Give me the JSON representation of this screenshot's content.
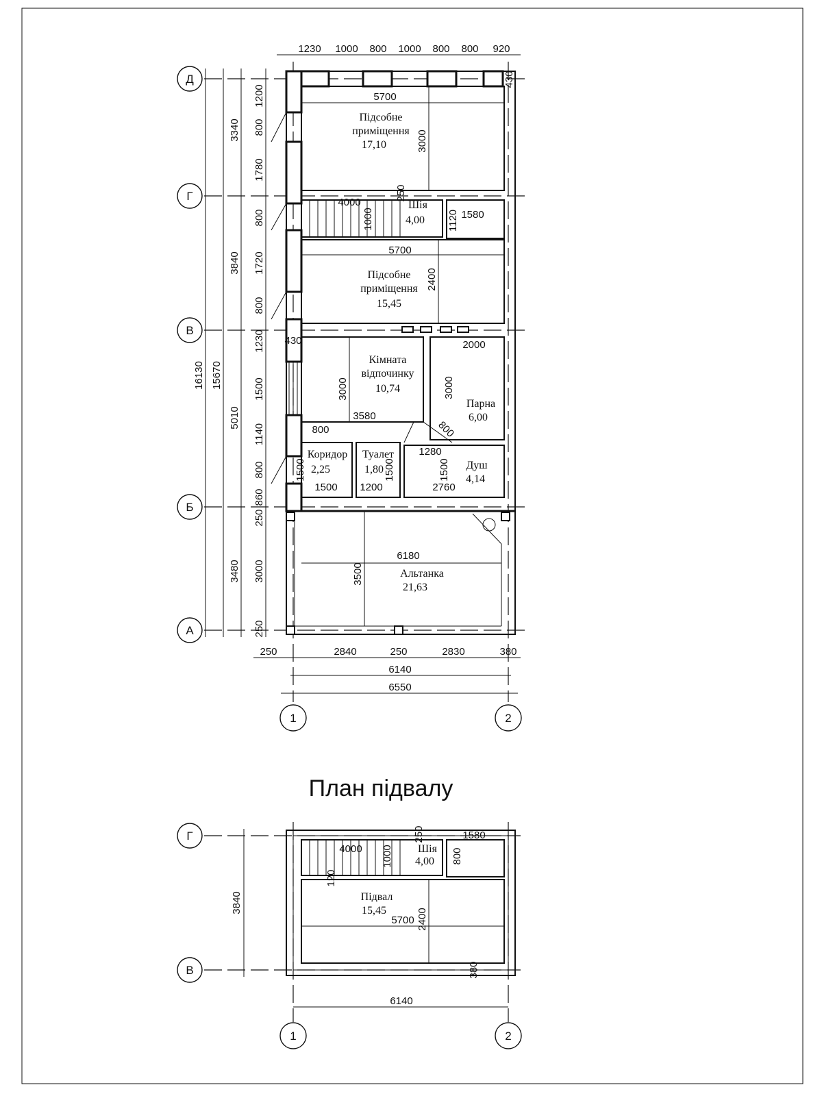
{
  "top_plan": {
    "axes_rows": [
      "Д",
      "Г",
      "В",
      "Б",
      "А"
    ],
    "axes_cols": [
      "1",
      "2"
    ],
    "rooms": [
      {
        "name": "Підсобне\nприміщення",
        "area": "17,10"
      },
      {
        "name": "Шія",
        "area": "4,00"
      },
      {
        "name": "Підсобне\nприміщення",
        "area": "15,45"
      },
      {
        "name": "Кімната\nвідпочинку",
        "area": "10,74"
      },
      {
        "name": "Парна",
        "area": "6,00"
      },
      {
        "name": "Коридор",
        "area": "2,25"
      },
      {
        "name": "Туалет",
        "area": "1,80"
      },
      {
        "name": "Душ",
        "area": "4,14"
      },
      {
        "name": "Альтанка",
        "area": "21,63"
      }
    ],
    "dims_top": [
      "1230",
      "1000",
      "800",
      "1000",
      "800",
      "800",
      "920"
    ],
    "dims_left_inner": [
      "1200",
      "800",
      "1780",
      "800",
      "1720",
      "800",
      "1230",
      "1500",
      "1140",
      "800",
      "860",
      "250",
      "3000",
      "250"
    ],
    "dims_left_mid": [
      "3340",
      "3840",
      "5010",
      "3480"
    ],
    "dims_left_outer": [
      "16130",
      "15670"
    ],
    "dims_bottom": [
      "250",
      "2840",
      "250",
      "2830",
      "380"
    ],
    "dims_overall": [
      "6140",
      "6550"
    ],
    "dims_interior": [
      "5700",
      "3000",
      "430",
      "4000",
      "1000",
      "250",
      "1120",
      "1580",
      "5700",
      "2400",
      "430",
      "2000",
      "3000",
      "3000",
      "3580",
      "800",
      "800",
      "1280",
      "1500",
      "1500",
      "1500",
      "1500",
      "1200",
      "2760",
      "6180",
      "3500"
    ]
  },
  "basement": {
    "title": "План підвалу",
    "axes_rows": [
      "Г",
      "В"
    ],
    "axes_cols": [
      "1",
      "2"
    ],
    "rooms": [
      {
        "name": "Шія",
        "area": "4,00"
      },
      {
        "name": "Підвал",
        "area": "15,45"
      }
    ],
    "dims": [
      "4000",
      "1000",
      "250",
      "1580",
      "800",
      "120",
      "5700",
      "2400",
      "380",
      "3840",
      "6140"
    ]
  }
}
